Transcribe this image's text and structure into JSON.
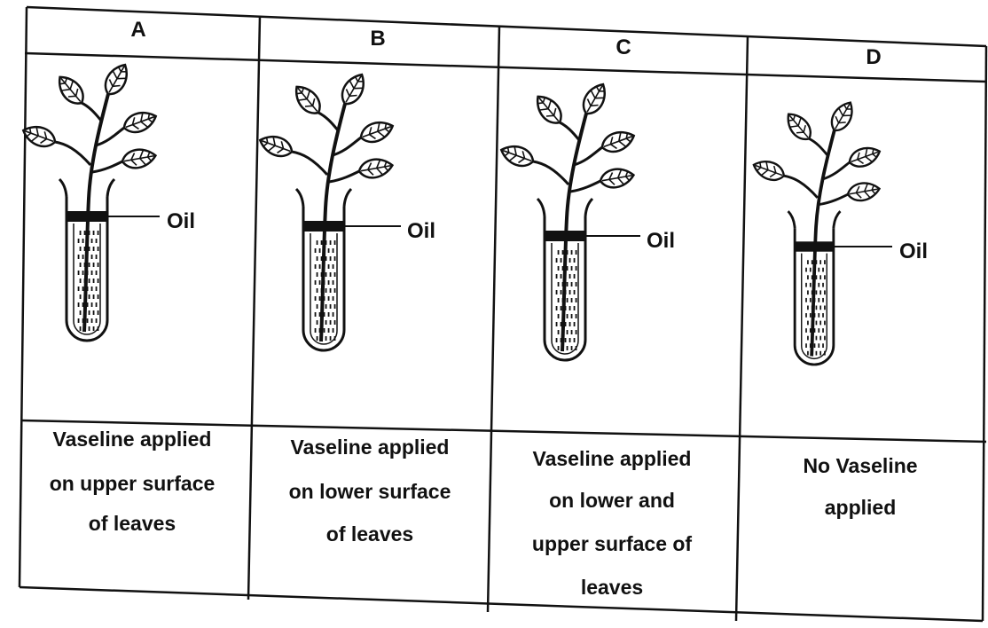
{
  "columns": [
    {
      "header": "A",
      "oil_label": "Oil",
      "caption": [
        "Vaseline applied",
        "on upper surface",
        "of leaves"
      ]
    },
    {
      "header": "B",
      "oil_label": "Oil",
      "caption": [
        "Vaseline applied",
        "on lower surface",
        "of leaves"
      ]
    },
    {
      "header": "C",
      "oil_label": "Oil",
      "caption": [
        "Vaseline applied",
        "on lower and",
        "upper surface of",
        "leaves"
      ]
    },
    {
      "header": "D",
      "oil_label": "Oil",
      "caption": [
        "No Vaseline",
        "applied"
      ]
    }
  ],
  "colors": {
    "ink": "#111111",
    "background": "#ffffff"
  }
}
